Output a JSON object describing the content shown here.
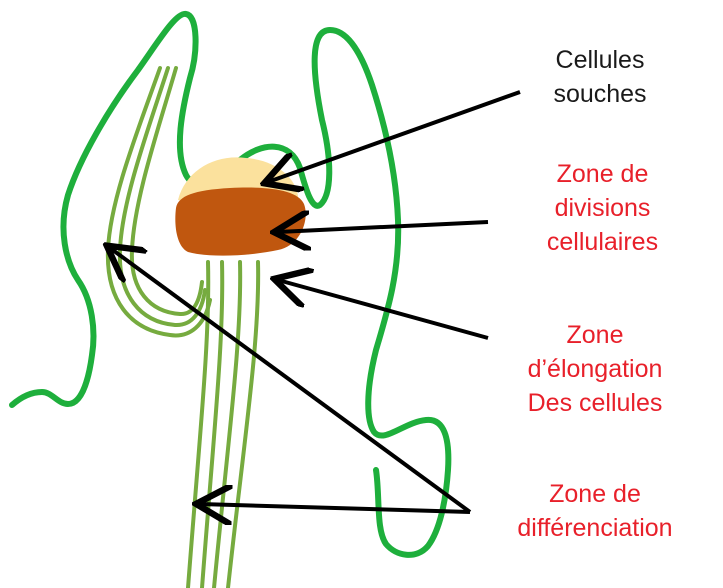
{
  "colors": {
    "outline": "#1eaf3c",
    "vascular": "#76ab3f",
    "stem_cells": "#fbe19d",
    "division_zone": "#c0570f",
    "arrow": "#000000",
    "label_black": "#1a1a1a",
    "label_red": "#e8202a"
  },
  "labels": {
    "stem_cells": {
      "lines": [
        "Cellules",
        "souches"
      ],
      "color": "label_black"
    },
    "division_zone": {
      "lines": [
        "Zone de",
        "divisions",
        "cellulaires"
      ],
      "color": "label_red"
    },
    "elongation_zone": {
      "lines": [
        "Zone",
        "d’élongation",
        "Des cellules"
      ],
      "color": "label_red"
    },
    "differentiation_zone": {
      "lines": [
        "Zone de",
        "différenciation"
      ],
      "color": "label_red"
    }
  }
}
